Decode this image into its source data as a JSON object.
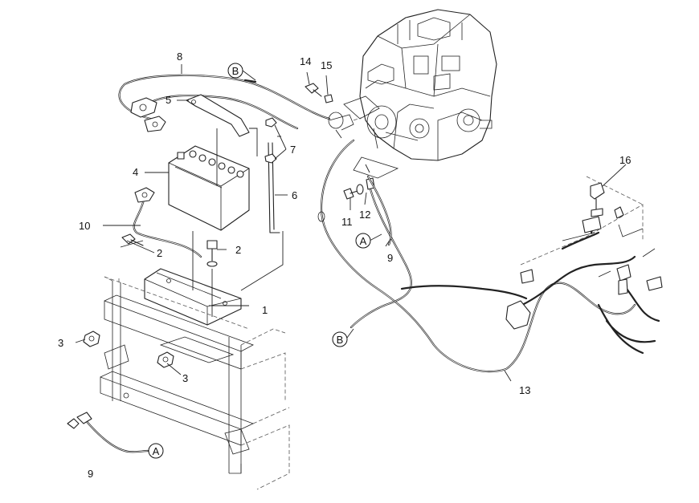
{
  "diagram": {
    "callouts": [
      {
        "key": "c1",
        "text": "1"
      },
      {
        "key": "c2a",
        "text": "2"
      },
      {
        "key": "c2b",
        "text": "2"
      },
      {
        "key": "c3a",
        "text": "3"
      },
      {
        "key": "c3b",
        "text": "3"
      },
      {
        "key": "c4",
        "text": "4"
      },
      {
        "key": "c5",
        "text": "5"
      },
      {
        "key": "c6",
        "text": "6"
      },
      {
        "key": "c7",
        "text": "7"
      },
      {
        "key": "c8",
        "text": "8"
      },
      {
        "key": "c9a",
        "text": "9"
      },
      {
        "key": "c9b",
        "text": "9"
      },
      {
        "key": "c10",
        "text": "10"
      },
      {
        "key": "c11",
        "text": "11"
      },
      {
        "key": "c12",
        "text": "12"
      },
      {
        "key": "c13",
        "text": "13"
      },
      {
        "key": "c14",
        "text": "14"
      },
      {
        "key": "c15",
        "text": "15"
      },
      {
        "key": "c16",
        "text": "16"
      }
    ],
    "connectors": [
      {
        "key": "ref_b_top",
        "text": "B"
      },
      {
        "key": "ref_a_mid",
        "text": "A"
      },
      {
        "key": "ref_b_low",
        "text": "B"
      },
      {
        "key": "ref_a_low",
        "text": "A"
      }
    ]
  }
}
